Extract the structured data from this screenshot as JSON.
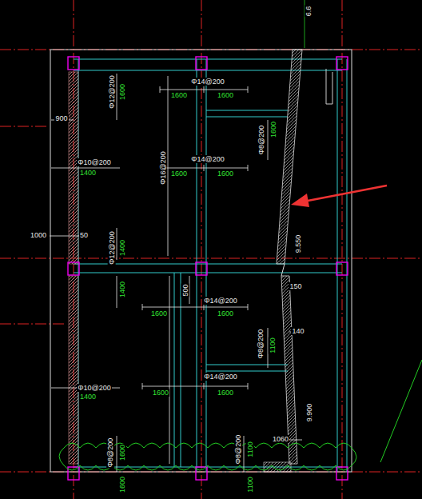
{
  "diagram": {
    "labels": [
      "6.6",
      "Φ12@200",
      "1600",
      "Φ14@200",
      "1600",
      "1600",
      "900",
      "Φ8@200",
      "1600",
      "Φ10@200",
      "1400",
      "Φ16@200",
      "Φ14@200",
      "1600",
      "1600",
      "1000",
      "50",
      "Φ12@200",
      "1400",
      "9.550",
      "1400",
      "500",
      "150",
      "Φ14@200",
      "1600",
      "1600",
      "140",
      "Φ8@200",
      "1100",
      "Φ14@200",
      "Φ10@200",
      "1400",
      "1600",
      "1600",
      "9.900",
      "1060",
      "Φ8@200",
      "1600",
      "Φ8@200",
      "1100",
      "1600",
      "1100"
    ]
  }
}
